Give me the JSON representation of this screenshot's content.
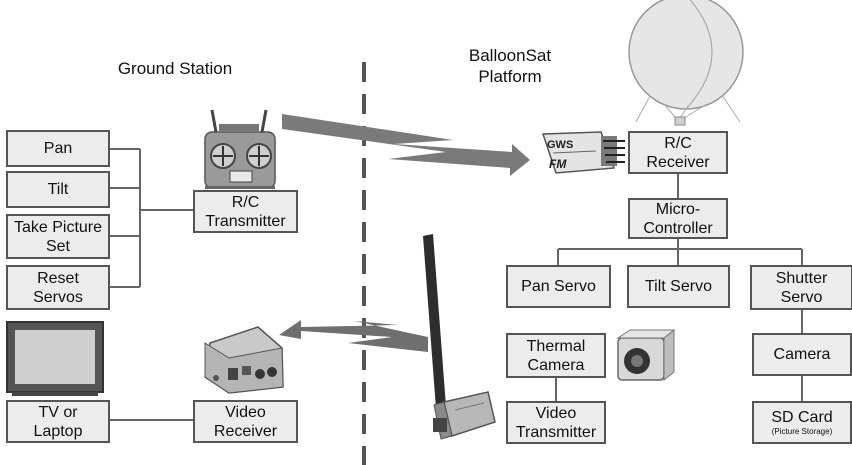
{
  "sections": {
    "ground_station": "Ground Station",
    "platform": "BalloonSat\nPlatform"
  },
  "ground": {
    "pan": "Pan",
    "tilt": "Tilt",
    "take_picture_set": "Take Picture\nSet",
    "reset_servos": "Reset\nServos",
    "rc_transmitter": "R/C\nTransmitter",
    "tv_or_laptop": "TV or\nLaptop",
    "video_receiver": "Video\nReceiver"
  },
  "platform": {
    "rc_receiver": "R/C\nReceiver",
    "microcontroller": "Micro-\nController",
    "pan_servo": "Pan Servo",
    "tilt_servo": "Tilt Servo",
    "shutter_servo": "Shutter\nServo",
    "thermal_camera": "Thermal\nCamera",
    "video_transmitter": "Video\nTransmitter",
    "camera": "Camera",
    "sd_card": "SD Card",
    "sd_card_note": "(Picture Storage)"
  },
  "receiver_module_labels": {
    "brand": "GWS",
    "band": "FM"
  },
  "colors": {
    "box_fill": "#ececec",
    "box_border": "#555555",
    "arrow": "#777777",
    "divider": "#555555"
  }
}
